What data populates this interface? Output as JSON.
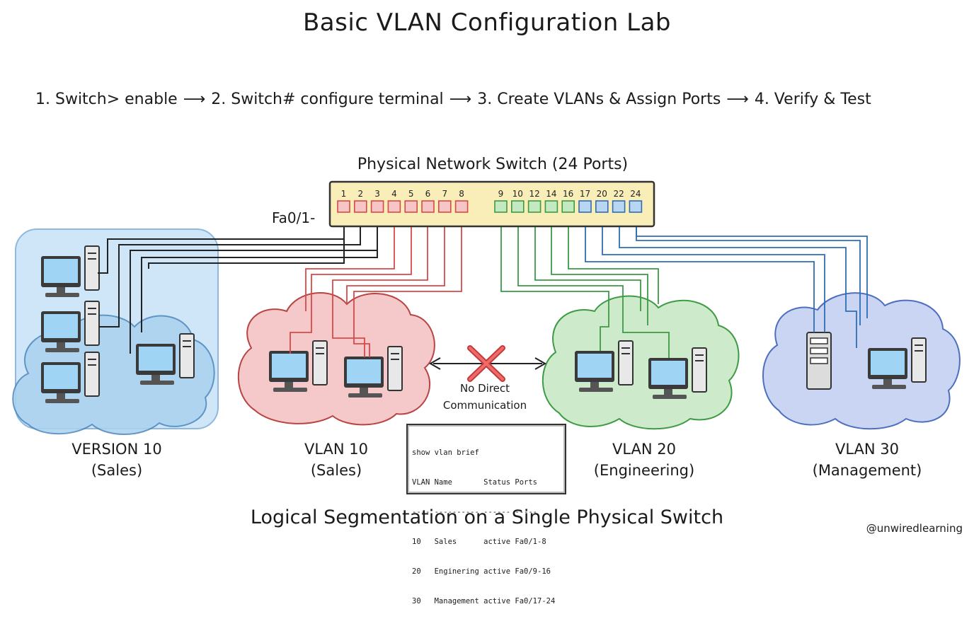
{
  "title": "Basic VLAN Configuration Lab",
  "steps": [
    "1. Switch> enable",
    "2. Switch# configure terminal",
    "3. Create VLANs & Assign Ports",
    "4. Verify & Test"
  ],
  "switch": {
    "title": "Physical Network Switch (24 Ports)",
    "interface_label": "Fa0/1-",
    "ports_red": [
      "1",
      "2",
      "3",
      "4",
      "5",
      "6",
      "7",
      "8"
    ],
    "ports_green": [
      "9",
      "10",
      "12",
      "14",
      "16"
    ],
    "ports_blue": [
      "17",
      "20",
      "22",
      "24"
    ]
  },
  "colors": {
    "red": "#d84a4a",
    "green": "#3d9a45",
    "blue": "#2f6db3",
    "port_red": "#f6c6c6",
    "port_green": "#c4e8c0",
    "port_blue": "#b8d6f2",
    "switch_body": "#faeeb8"
  },
  "groups": [
    {
      "line1": "VERSION 10",
      "line2": "(Sales)"
    },
    {
      "line1": "VLAN 10",
      "line2": "(Sales)"
    },
    {
      "line1": "VLAN 20",
      "line2": "(Engineering)"
    },
    {
      "line1": "VLAN 30",
      "line2": "(Management)"
    }
  ],
  "no_direct": {
    "line1": "No Direct",
    "line2": "Communication"
  },
  "terminal": {
    "command": "show vlan brief",
    "header": "VLAN Name       Status Ports",
    "divider": "---- ---------- ------ -----",
    "rows": [
      "10   Sales      active Fa0/1-8",
      "20   Enginering active Fa0/9-16",
      "30   Management active Fa0/17-24"
    ]
  },
  "bottom_caption": "Logical Segmentation on a Single Physical Switch",
  "credit": "@unwiredlearning"
}
